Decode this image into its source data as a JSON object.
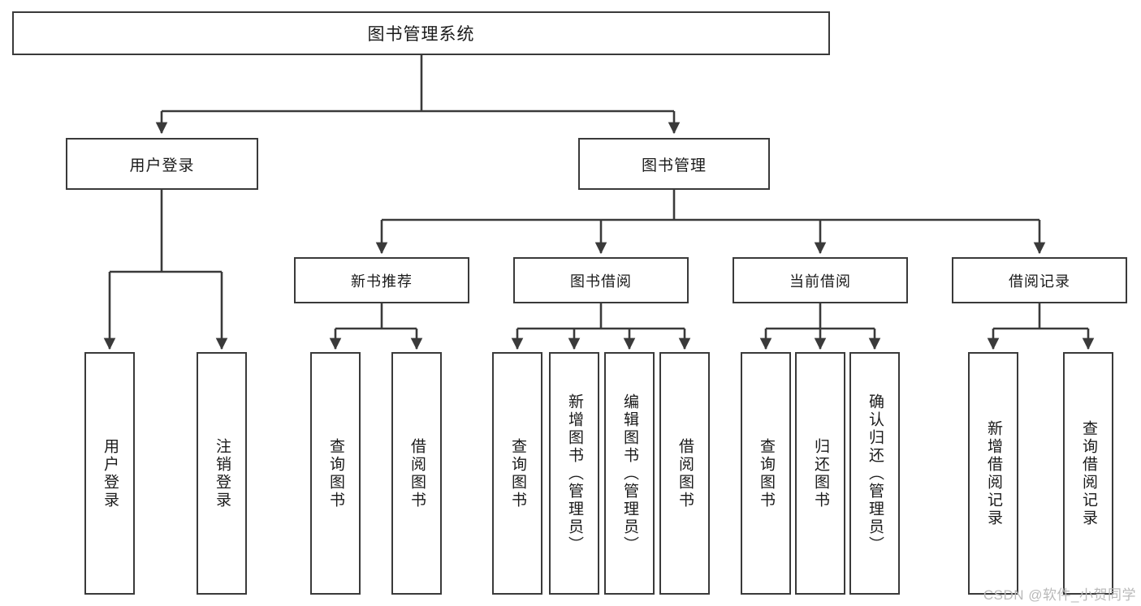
{
  "diagram": {
    "title": "图书管理系统",
    "type": "功能结构图",
    "colors": {
      "box_border": "#3a3a3a",
      "box_fill": "#ffffff",
      "edge": "#3a3a3a",
      "text": "#1a1a1a",
      "watermark": "#b9b9b9"
    }
  },
  "root": {
    "label": "图书管理系统"
  },
  "level1": [
    {
      "id": "user-login",
      "label": "用户登录"
    },
    {
      "id": "book-management",
      "label": "图书管理"
    }
  ],
  "level2": [
    {
      "id": "new-book-recommend",
      "label": "新书推荐"
    },
    {
      "id": "book-borrow",
      "label": "图书借阅"
    },
    {
      "id": "current-borrow",
      "label": "当前借阅"
    },
    {
      "id": "borrow-record",
      "label": "借阅记录"
    }
  ],
  "leaves": {
    "user_login": [
      {
        "id": "leaf-user-login",
        "label": "用户登录"
      },
      {
        "id": "leaf-logout-login",
        "label": "注销登录"
      }
    ],
    "new_book_recommend": [
      {
        "id": "leaf-query-book-1",
        "label": "查询图书"
      },
      {
        "id": "leaf-borrow-book-1",
        "label": "借阅图书"
      }
    ],
    "book_borrow": [
      {
        "id": "leaf-query-book-2",
        "label": "查询图书"
      },
      {
        "id": "leaf-add-book",
        "label": "新增图书（管理员）"
      },
      {
        "id": "leaf-edit-book",
        "label": "编辑图书（管理员）"
      },
      {
        "id": "leaf-borrow-book-2",
        "label": "借阅图书"
      }
    ],
    "current_borrow": [
      {
        "id": "leaf-query-book-3",
        "label": "查询图书"
      },
      {
        "id": "leaf-return-book",
        "label": "归还图书"
      },
      {
        "id": "leaf-confirm-return",
        "label": "确认归还（管理员）"
      }
    ],
    "borrow_record": [
      {
        "id": "leaf-add-record",
        "label": "新增借阅记录"
      },
      {
        "id": "leaf-query-record",
        "label": "查询借阅记录"
      }
    ]
  },
  "watermark": {
    "text": "CSDN @软件_小贺同学"
  }
}
